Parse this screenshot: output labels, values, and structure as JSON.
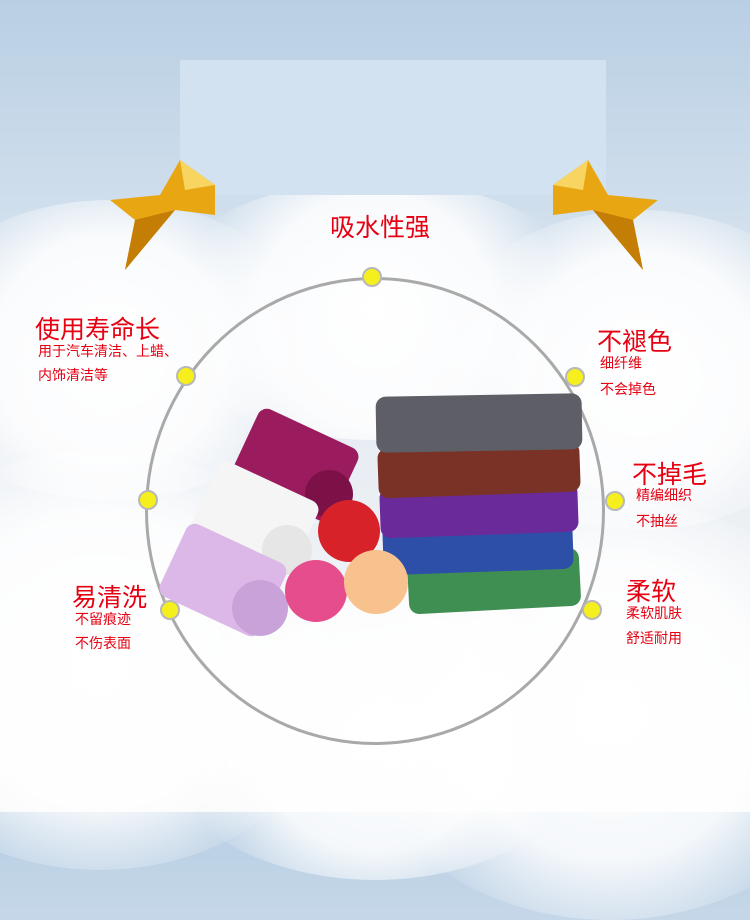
{
  "center_title": "吸水性强",
  "features": [
    {
      "title": "使用寿命长",
      "lines": [
        "用于汽车清洁、上蜡、",
        "内饰清洁等"
      ]
    },
    {
      "title": "易清洗",
      "lines": [
        "不留痕迹",
        "不伤表面"
      ]
    },
    {
      "title": "不褪色",
      "lines": [
        "细纤维",
        "不会掉色"
      ]
    },
    {
      "title": "不掉毛",
      "lines": [
        "精编细织",
        "不抽丝"
      ]
    },
    {
      "title": "柔软",
      "lines": [
        "柔软肌肤",
        "舒适耐用"
      ]
    }
  ],
  "colors": {
    "accent": "#e60012",
    "dot": "#f5ef1e",
    "ring": "#a9a9a9"
  }
}
